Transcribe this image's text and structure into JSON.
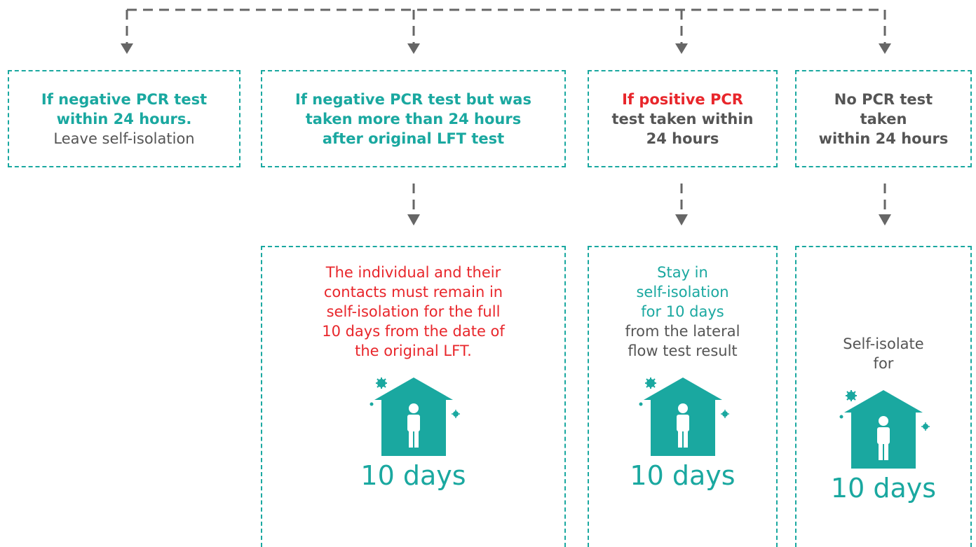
{
  "colors": {
    "teal": "#1aa8a0",
    "red": "#e8262b",
    "grey": "#555555",
    "arrow": "#666666"
  },
  "icons": [
    "down-arrow-icon",
    "house-person-icon",
    "virus-icon"
  ],
  "boxes": {
    "box1": {
      "line1": "If negative PCR test",
      "line2": "within 24 hours.",
      "line3": "Leave self-isolation"
    },
    "box2": {
      "line1": "If negative PCR test but was",
      "line2": "taken more than 24 hours",
      "line3": "after original LFT test"
    },
    "box3": {
      "line1": "If positive PCR",
      "line2": "test taken within",
      "line3": "24 hours"
    },
    "box4": {
      "line1": "No PCR test",
      "line2": "taken",
      "line3": "within 24 hours"
    }
  },
  "results": {
    "result2": {
      "lines": [
        "The individual and their",
        "contacts must remain in",
        "self-isolation for the full",
        "10 days from the date of",
        "the original LFT."
      ],
      "days": "10 days"
    },
    "result3": {
      "lines": [
        "Stay in",
        "self-isolation",
        "for 10 days",
        "from the lateral",
        "flow test result"
      ],
      "days": "10 days"
    },
    "result4": {
      "lines": [
        "Self-isolate",
        "for"
      ],
      "days": "10 days"
    }
  }
}
